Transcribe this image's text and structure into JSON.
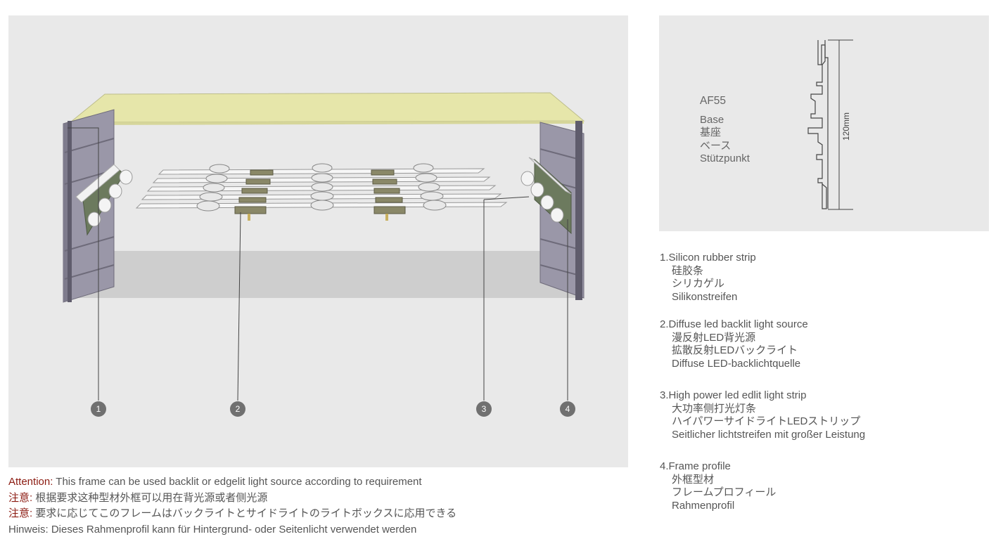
{
  "profile": {
    "code": "AF55",
    "names": [
      "Base",
      "基座",
      "ベース",
      "Stützpunkt"
    ],
    "dimension": "120mm"
  },
  "markers": [
    "1",
    "2",
    "3",
    "4"
  ],
  "legend": [
    {
      "title": "1.Silicon rubber strip",
      "lines": [
        "硅胶条",
        "シリカゲル",
        "Silikonstreifen"
      ]
    },
    {
      "title": "2.Diffuse led backlit light source",
      "lines": [
        "漫反射LED背光源",
        "拡散反射LEDバックライト",
        "Diffuse LED-backlichtquelle"
      ]
    },
    {
      "title": "3.High power led edlit light strip",
      "lines": [
        "大功率侧打光灯条",
        "ハイパワーサイドライトLEDストリップ",
        "Seitlicher lichtstreifen mit großer Leistung"
      ]
    },
    {
      "title": "4.Frame profile",
      "lines": [
        "外框型材",
        "フレームプロフィール",
        "Rahmenprofil"
      ]
    }
  ],
  "notes": {
    "en_label": "Attention:",
    "en_text": " This frame can be used backlit or edgelit light source according to requirement",
    "zh_label": "注意:",
    "zh_text": " 根据要求这种型材外框可以用在背光源或者侧光源",
    "ja_label": "注意:",
    "ja_text": " 要求に応じてこのフレームはバックライトとサイドライトのライトボックスに応用できる",
    "de_text": "Hinweis: Dieses Rahmenprofil kann für Hintergrund- oder Seitenlicht verwendet werden"
  },
  "colors": {
    "panel": "#e9e9e9",
    "top_sheet": "#e6e6aa",
    "frame": "#9a97a8",
    "frame_dark": "#7e7b8c",
    "pcb": "#6c7a5e",
    "bottom": "#cfcfcf",
    "marker": "#707070",
    "accent_text": "#8b1a10"
  }
}
